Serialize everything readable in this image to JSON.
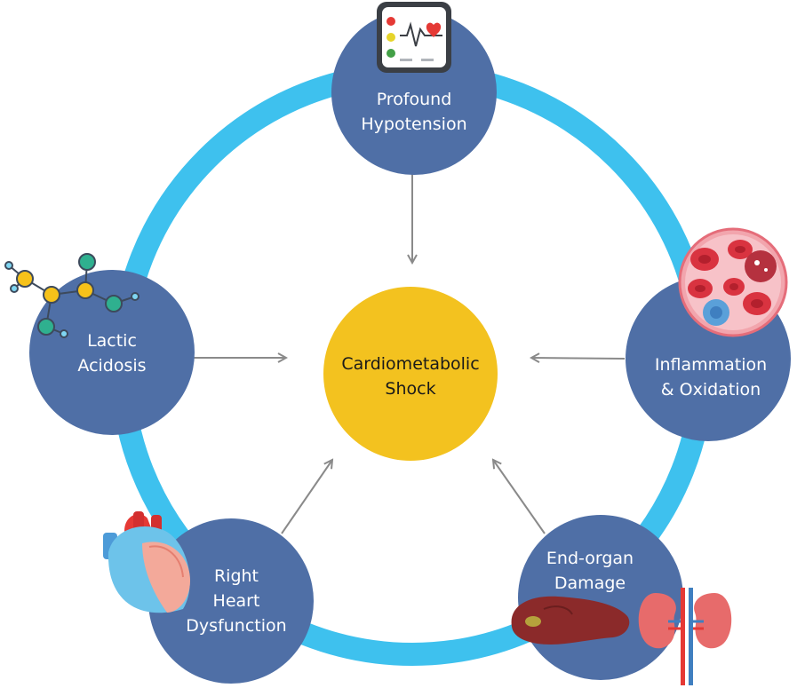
{
  "diagram": {
    "center": {
      "line1": "Cardiometabolic",
      "line2": "Shock"
    },
    "nodes": {
      "hypotension": {
        "line1": "Profound",
        "line2": "Hypotension"
      },
      "lactic": {
        "line1": "Lactic",
        "line2": "Acidosis"
      },
      "inflammation": {
        "line1": "Inflammation",
        "line2": "& Oxidation"
      },
      "heart": {
        "line1": "Right",
        "line2": "Heart",
        "line3": "Dysfunction"
      },
      "organ": {
        "line1": "End-organ",
        "line2": "Damage"
      }
    },
    "colors": {
      "ring": "#3ec1ee",
      "node": "#4f6fa6",
      "center": "#f3c21f",
      "arrow": "#8a8a8a"
    },
    "icons": {
      "hypotension": "blood-pressure-monitor-icon",
      "lactic": "molecule-icon",
      "inflammation": "blood-cells-icon",
      "heart": "heart-icon",
      "organ": "liver-kidney-icon"
    }
  }
}
